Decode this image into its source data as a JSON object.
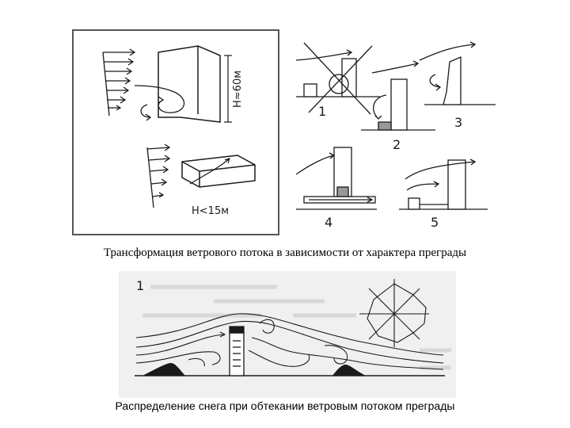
{
  "figure_top": {
    "caption": "Трансформация ветрового потока в зависимости от характера преграды",
    "labels": {
      "height_tall": "H≈60м",
      "height_low": "H<15м",
      "case_1": "1",
      "case_2": "2",
      "case_3": "3",
      "case_4": "4",
      "case_5": "5"
    }
  },
  "figure_bottom": {
    "caption": "Распределение снега при обтекании ветровым потоком преграды",
    "labels": {
      "number": "1"
    }
  },
  "colors": {
    "ink": "#1a1a1a",
    "frame": "#555555",
    "scan_bg": "#f0f0f0"
  }
}
